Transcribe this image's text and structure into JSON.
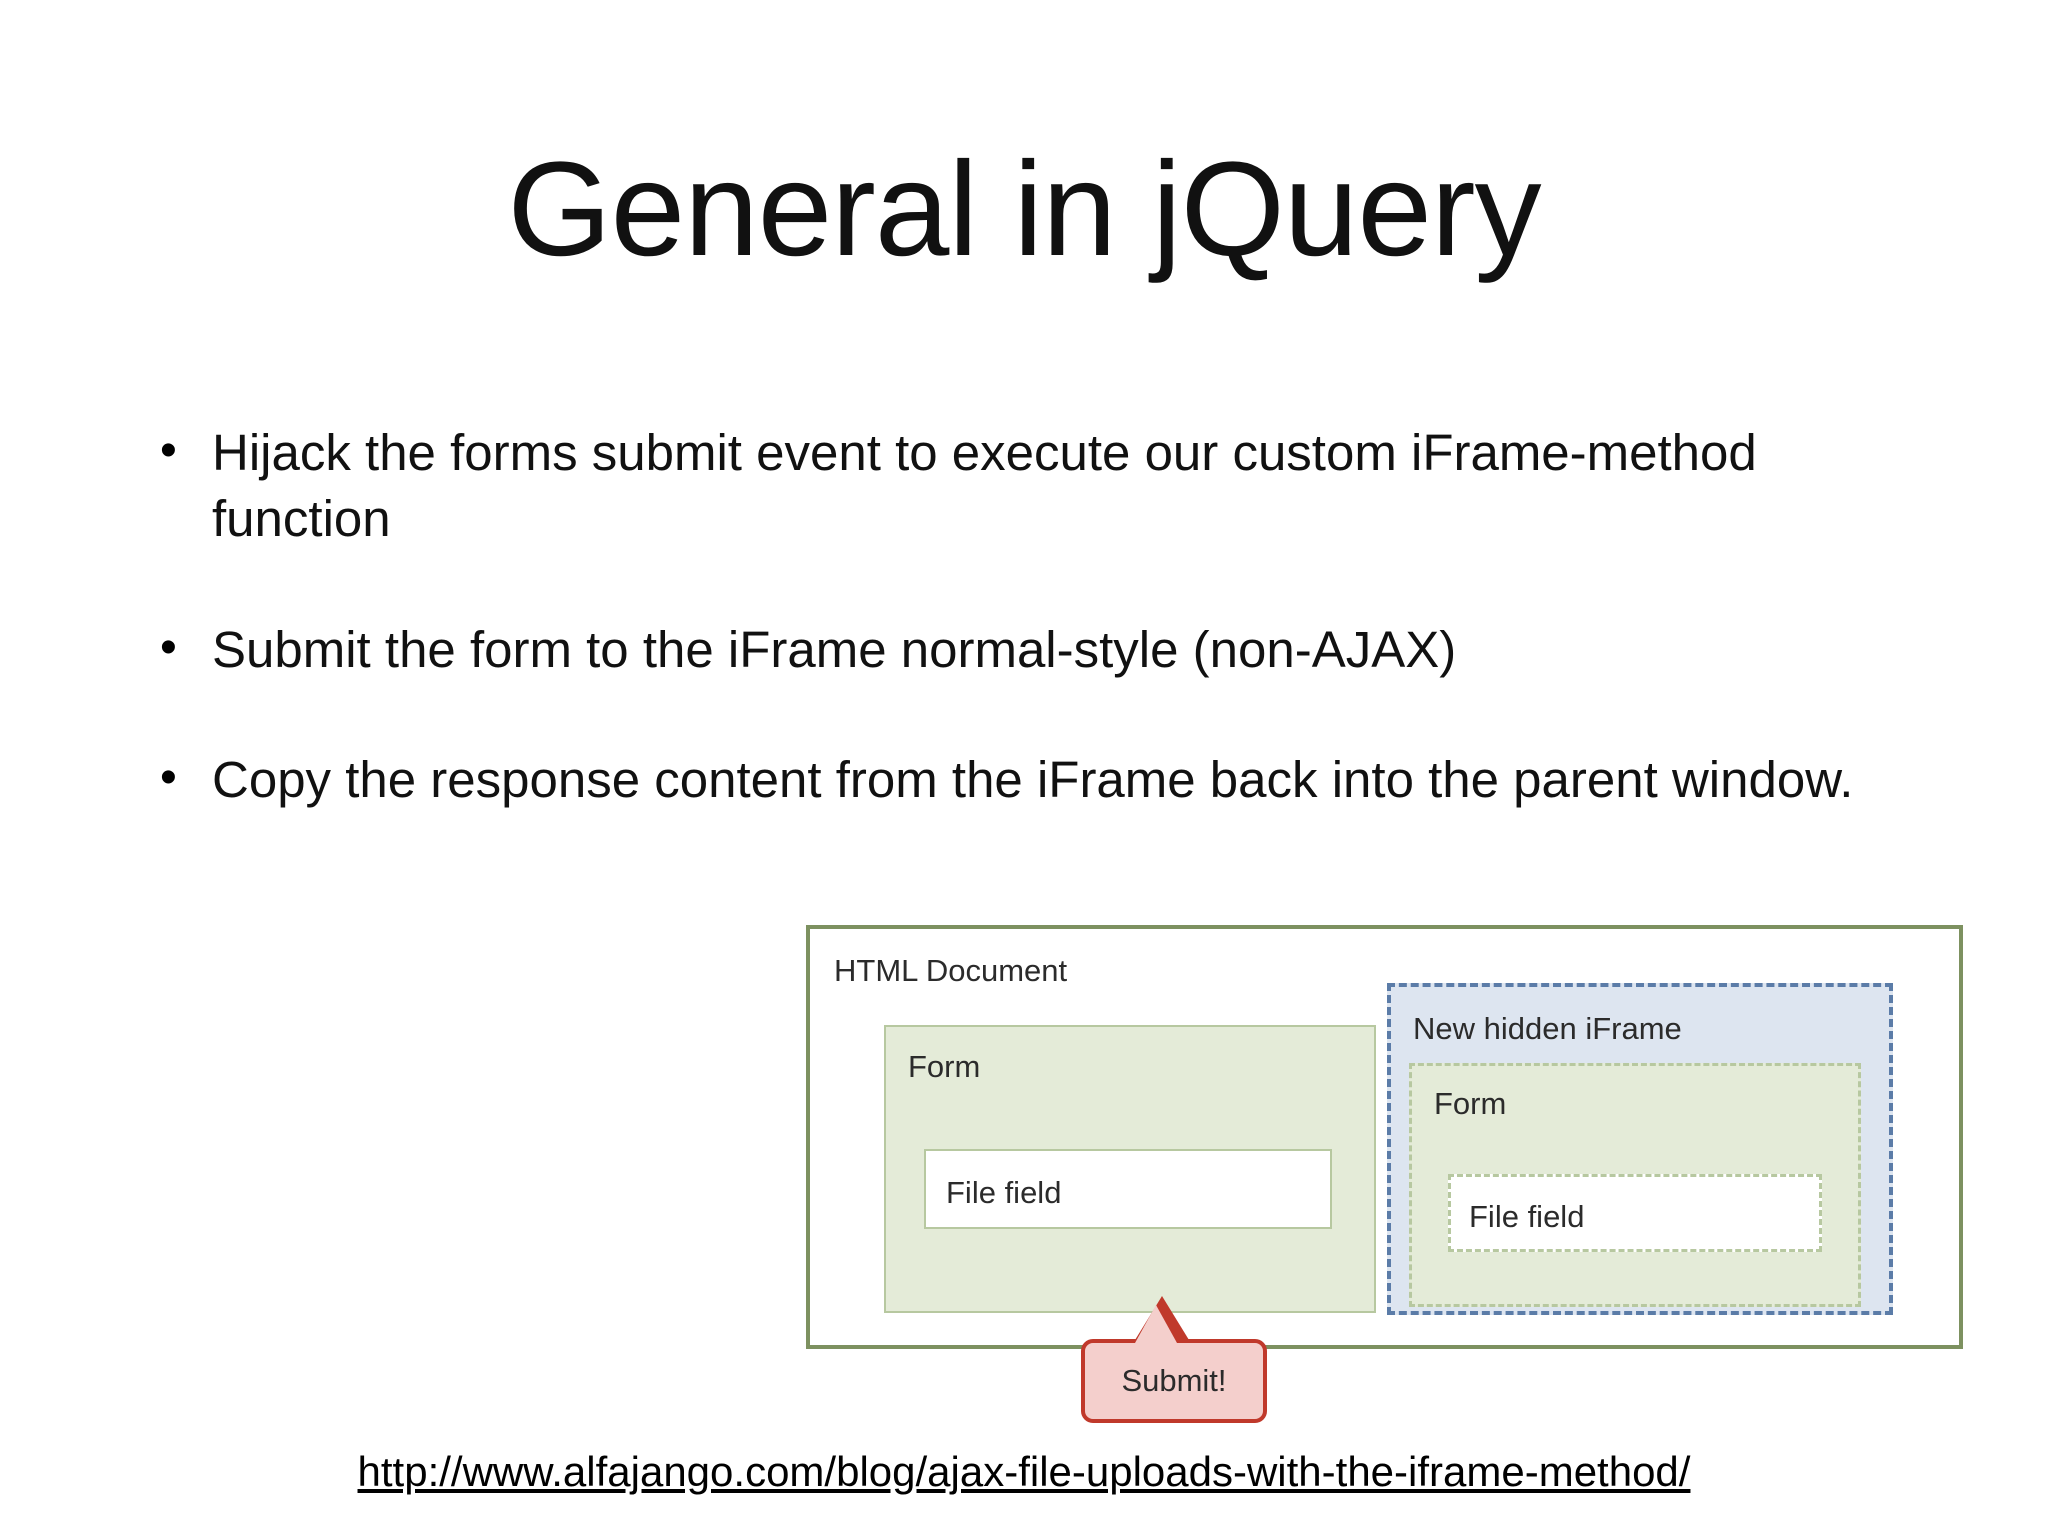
{
  "slide": {
    "title": "General in jQuery",
    "bullets": [
      "Hijack the forms submit event to execute our custom iFrame-method function",
      "Submit the form to the iFrame normal-style (non-AJAX)",
      "Copy the response content from the iFrame back into the parent window."
    ],
    "bullet_marker": "•",
    "source_url": "http://www.alfajango.com/blog/ajax-file-uploads-with-the-iframe-method/"
  },
  "diagram": {
    "outer_label": "HTML Document",
    "left_form": {
      "label": "Form",
      "file_field_label": "File field"
    },
    "iframe": {
      "label": "New hidden iFrame",
      "form_label": "Form",
      "file_field_label": "File field"
    },
    "callout": {
      "label": "Submit!"
    },
    "colors": {
      "outer_border": "#7d9160",
      "form_fill": "#e4ebd8",
      "form_border": "#b7c8a0",
      "iframe_fill": "#dde5f0",
      "iframe_border": "#5b7ca8",
      "callout_fill": "#f4cfcc",
      "callout_border": "#c0392b",
      "field_fill": "#ffffff"
    }
  }
}
